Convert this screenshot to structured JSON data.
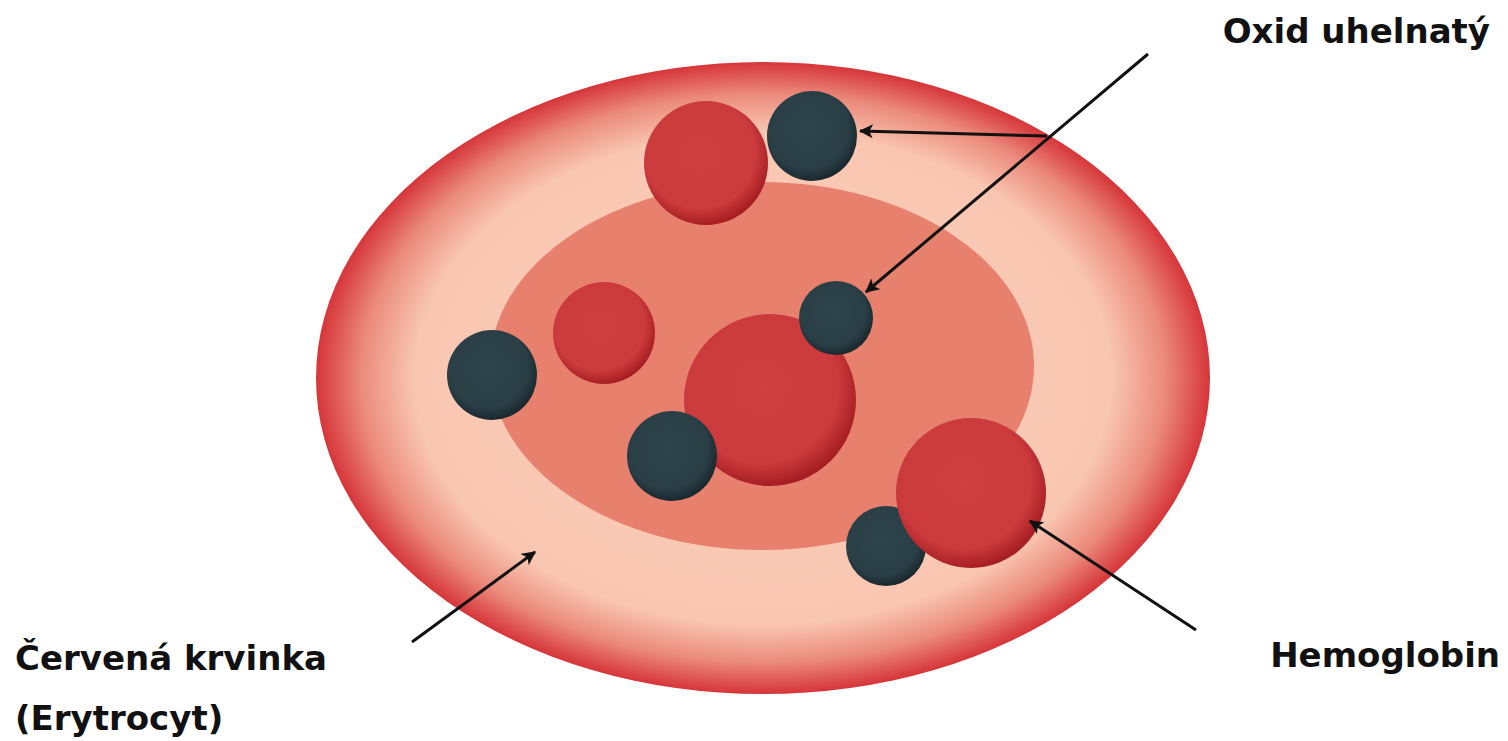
{
  "diagram": {
    "labels": [
      "Oxid uhelnatý",
      "Červená krvinka (Erytrocyt)",
      "Hemoglobin"
    ]
  }
}
